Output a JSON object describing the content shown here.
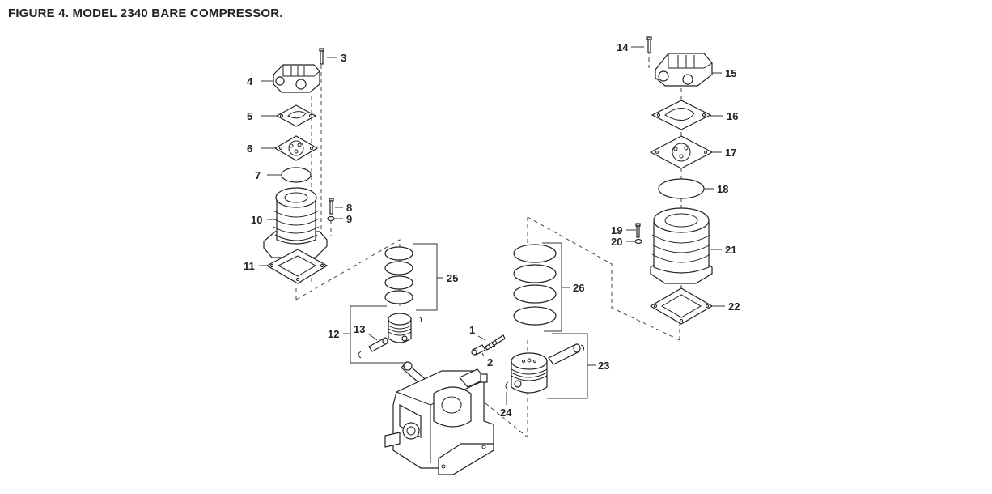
{
  "title": "FIGURE 4. MODEL 2340 BARE COMPRESSOR.",
  "callouts": {
    "c1": "1",
    "c2": "2",
    "c3": "3",
    "c4": "4",
    "c5": "5",
    "c6": "6",
    "c7": "7",
    "c8": "8",
    "c9": "9",
    "c10": "10",
    "c11": "11",
    "c12": "12",
    "c13": "13",
    "c14": "14",
    "c15": "15",
    "c16": "16",
    "c17": "17",
    "c18": "18",
    "c19": "19",
    "c20": "20",
    "c21": "21",
    "c22": "22",
    "c23": "23",
    "c24": "24",
    "c25": "25",
    "c26": "26"
  }
}
